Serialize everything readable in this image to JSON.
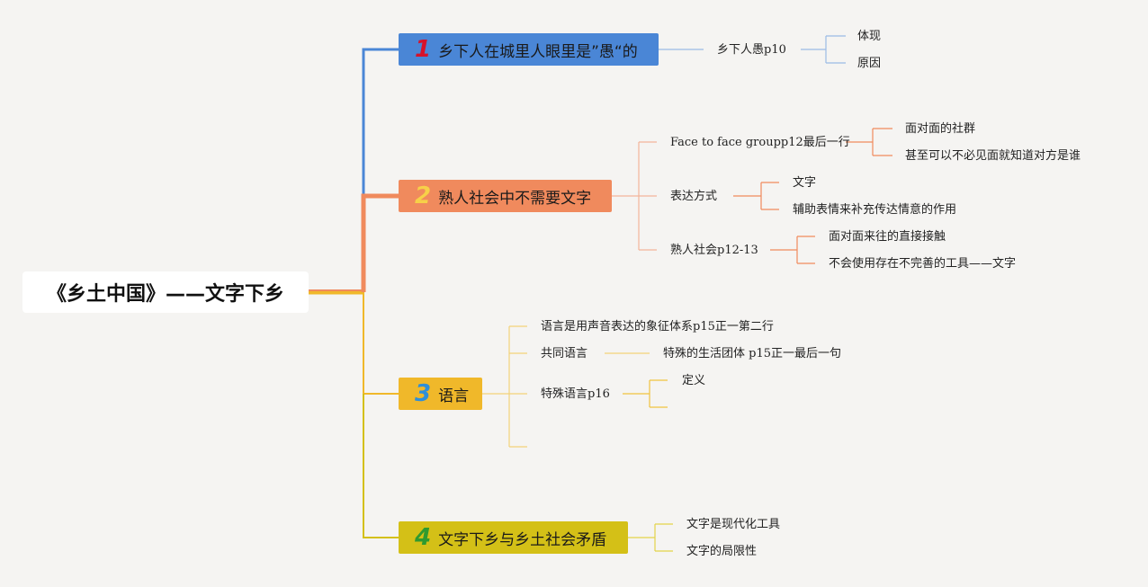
{
  "root": {
    "title": "《乡土中国》——文字下乡"
  },
  "colors": {
    "b1": "#4a86d6",
    "b2": "#f08a5d",
    "b3": "#f0b82a",
    "b4": "#d4c017",
    "n1": "#d6122a",
    "n2": "#f7d048",
    "n3": "#2f8fd8",
    "n4": "#2f9a2f"
  },
  "branches": [
    {
      "num": "1",
      "label": "乡下人在城里人眼里是”愚“的",
      "children": [
        {
          "label": "乡下人愚p10",
          "children": [
            {
              "label": "体现"
            },
            {
              "label": "原因"
            }
          ]
        }
      ]
    },
    {
      "num": "2",
      "label": "熟人社会中不需要文字",
      "children": [
        {
          "label": "Face to face groupp12最后一行",
          "children": [
            {
              "label": "面对面的社群"
            },
            {
              "label": "甚至可以不必见面就知道对方是谁"
            }
          ]
        },
        {
          "label": "表达方式",
          "children": [
            {
              "label": "文字"
            },
            {
              "label": "辅助表情来补充传达情意的作用"
            }
          ]
        },
        {
          "label": "熟人社会p12-13",
          "children": [
            {
              "label": "面对面来往的直接接触"
            },
            {
              "label": "不会使用存在不完善的工具——文字"
            }
          ]
        }
      ]
    },
    {
      "num": "3",
      "label": "语言",
      "children": [
        {
          "label": "语言是用声音表达的象征体系p15正一第二行"
        },
        {
          "label": "共同语言",
          "children": [
            {
              "label": "特殊的生活团体 p15正一最后一句"
            }
          ]
        },
        {
          "label": "特殊语言p16",
          "children": [
            {
              "label": "定义"
            },
            {
              "label": ""
            }
          ]
        },
        {
          "label": ""
        }
      ]
    },
    {
      "num": "4",
      "label": "文字下乡与乡土社会矛盾",
      "children": [
        {
          "label": "文字是现代化工具"
        },
        {
          "label": "文字的局限性"
        }
      ]
    }
  ]
}
